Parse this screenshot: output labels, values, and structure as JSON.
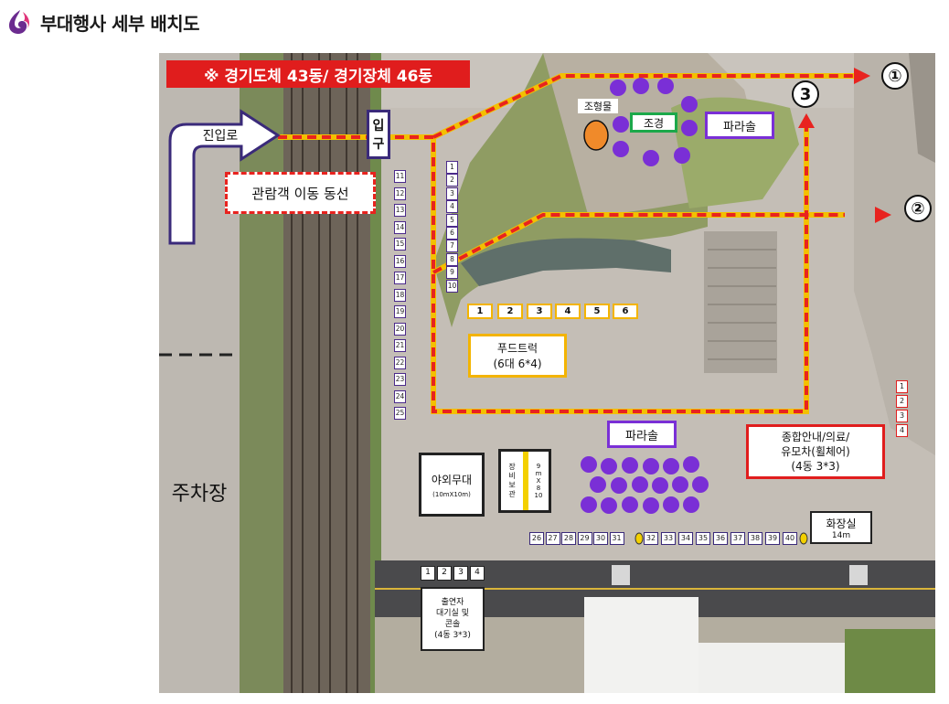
{
  "page": {
    "title": "부대행사 세부 배치도"
  },
  "map": {
    "banner": "※ 경기도체 43동/ 경기장체 46동",
    "entrance_road": "진입로",
    "entrance": "입\n구",
    "visitor_route": "관람객 이동 동선",
    "parking": "주차장",
    "sculpture": "조형물",
    "landscape": "조경",
    "parasol_top": "파라솔",
    "parasol_mid": "파라솔",
    "food_truck": "푸드트럭\n(6대 6*4)",
    "food_truck_numbers": [
      "1",
      "2",
      "3",
      "4",
      "5",
      "6"
    ],
    "info_booth": "종합안내/의료/\n유모차(휠체어)\n(4동 3*3)",
    "outdoor_stage": "야외무대",
    "outdoor_stage_size": "(10mX10m)",
    "side_booth_a": "장\n비\n보\n관",
    "side_booth_b": "9\nm\nX\n8\n10",
    "restroom": "화장실",
    "restroom_size": "14m",
    "performer_lounge": "출연자\n대기실 및\n콘솔\n(4동 3*3)",
    "performer_tents": [
      "1",
      "2",
      "3",
      "4"
    ],
    "route_markers": [
      "①",
      "②",
      "3"
    ],
    "booths_col_left": [
      "11",
      "12",
      "13",
      "14",
      "15",
      "16",
      "17",
      "18",
      "19",
      "20",
      "21",
      "22",
      "23",
      "24",
      "25"
    ],
    "booths_col_mid": [
      "1",
      "2",
      "3",
      "4",
      "5",
      "6",
      "7",
      "8",
      "9",
      "10"
    ],
    "booths_bottom_a": [
      "26",
      "27",
      "28",
      "29",
      "30",
      "31"
    ],
    "booths_bottom_b": [
      "32",
      "33",
      "34",
      "35",
      "36",
      "37",
      "38",
      "39",
      "40"
    ],
    "booths_right": [
      "1",
      "2",
      "3",
      "4"
    ],
    "colors": {
      "route": "#e8231f",
      "route_fill": "#f3c000",
      "booth_border": "#4b2a8a",
      "parasol": "#7a2fd6",
      "food_border": "#f3b400",
      "banner": "#e01d1d",
      "sculpture": "#f08a2a",
      "landscape_border": "#1ca84a"
    }
  }
}
